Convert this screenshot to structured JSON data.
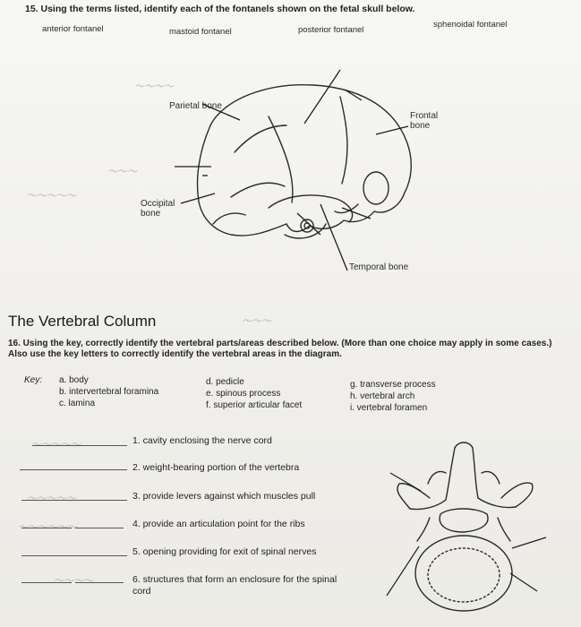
{
  "question15": {
    "prompt": "15. Using the terms listed, identify each of the fontanels shown on the fetal skull below.",
    "terms": [
      "anterior fontanel",
      "mastoid fontanel",
      "posterior fontanel",
      "sphenoidal fontanel"
    ]
  },
  "skull_labels": {
    "parietal": "Parietal bone",
    "frontal": "Frontal bone",
    "occipital": "Occipital bone",
    "temporal": "Temporal bone"
  },
  "section": {
    "title": "The Vertebral Column"
  },
  "question16": {
    "prompt": "16. Using the key, correctly identify the vertebral parts/areas described below. (More than one choice may apply in some cases.) Also use the key letters to correctly identify the vertebral areas in the diagram.",
    "key_label": "Key:",
    "key": [
      [
        "a. body",
        "b. intervertebral foramina",
        "c. lamina"
      ],
      [
        "d. pedicle",
        "e. spinous process",
        "f. superior articular facet"
      ],
      [
        "g. transverse process",
        "h. vertebral arch",
        "i. vertebral foramen"
      ]
    ],
    "items": [
      "1. cavity enclosing the nerve cord",
      "2. weight-bearing portion of the vertebra",
      "3. provide levers against which muscles pull",
      "4. provide an articulation point for the ribs",
      "5. opening providing for exit of spinal nerves",
      "6. structures that form an enclosure for the spinal cord"
    ]
  }
}
